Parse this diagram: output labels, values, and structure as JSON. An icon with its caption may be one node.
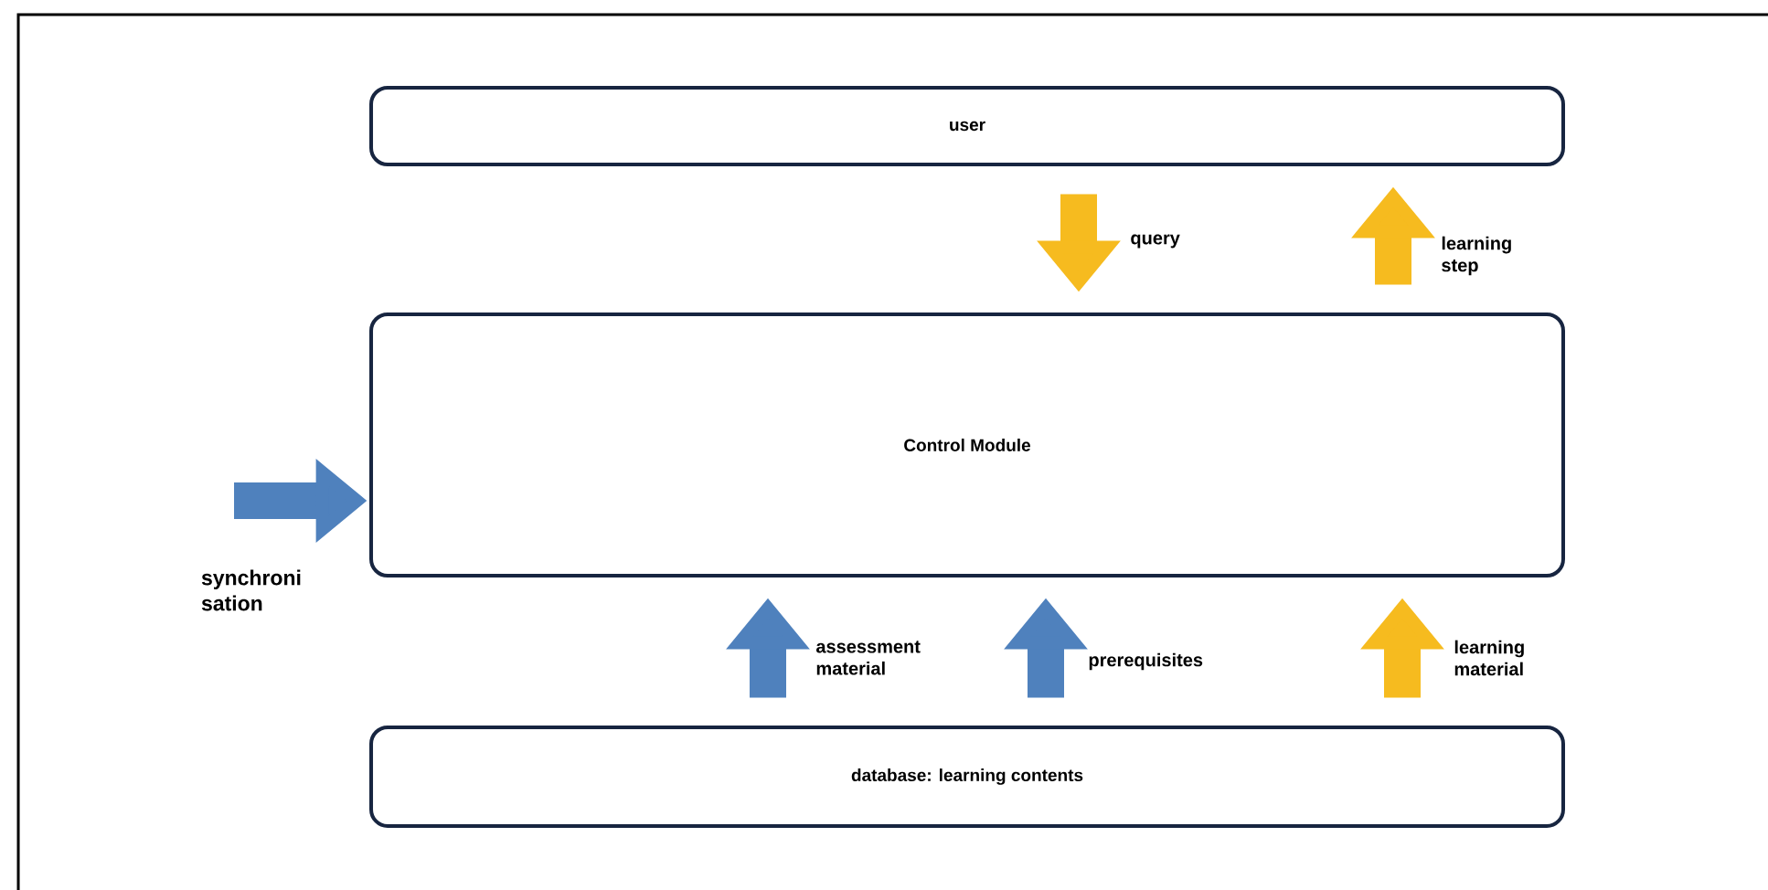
{
  "diagram": {
    "nodes": [
      {
        "text": [
          "user"
        ]
      },
      {
        "text": [
          "Control Module"
        ]
      },
      {
        "text": [
          "database: learning contents"
        ]
      }
    ],
    "edges": [
      {
        "from": 0,
        "to": 1,
        "arrow": "to",
        "label": "query",
        "color": "#f6bb1f"
      },
      {
        "from": 1,
        "to": 0,
        "arrow": "to",
        "label": "learning step",
        "color": "#f6bb1f"
      },
      {
        "from": null,
        "to": 1,
        "arrow": "to",
        "label": "synchroni sation",
        "color": "#4f81bd"
      },
      {
        "from": 2,
        "to": 1,
        "arrow": "to",
        "label": "assessment material",
        "color": "#4f81bd"
      },
      {
        "from": 2,
        "to": 1,
        "arrow": "to",
        "label": "prerequisites",
        "color": "#4f81bd"
      },
      {
        "from": 2,
        "to": 1,
        "arrow": "to",
        "label": "learning material",
        "color": "#f6bb1f"
      }
    ]
  }
}
